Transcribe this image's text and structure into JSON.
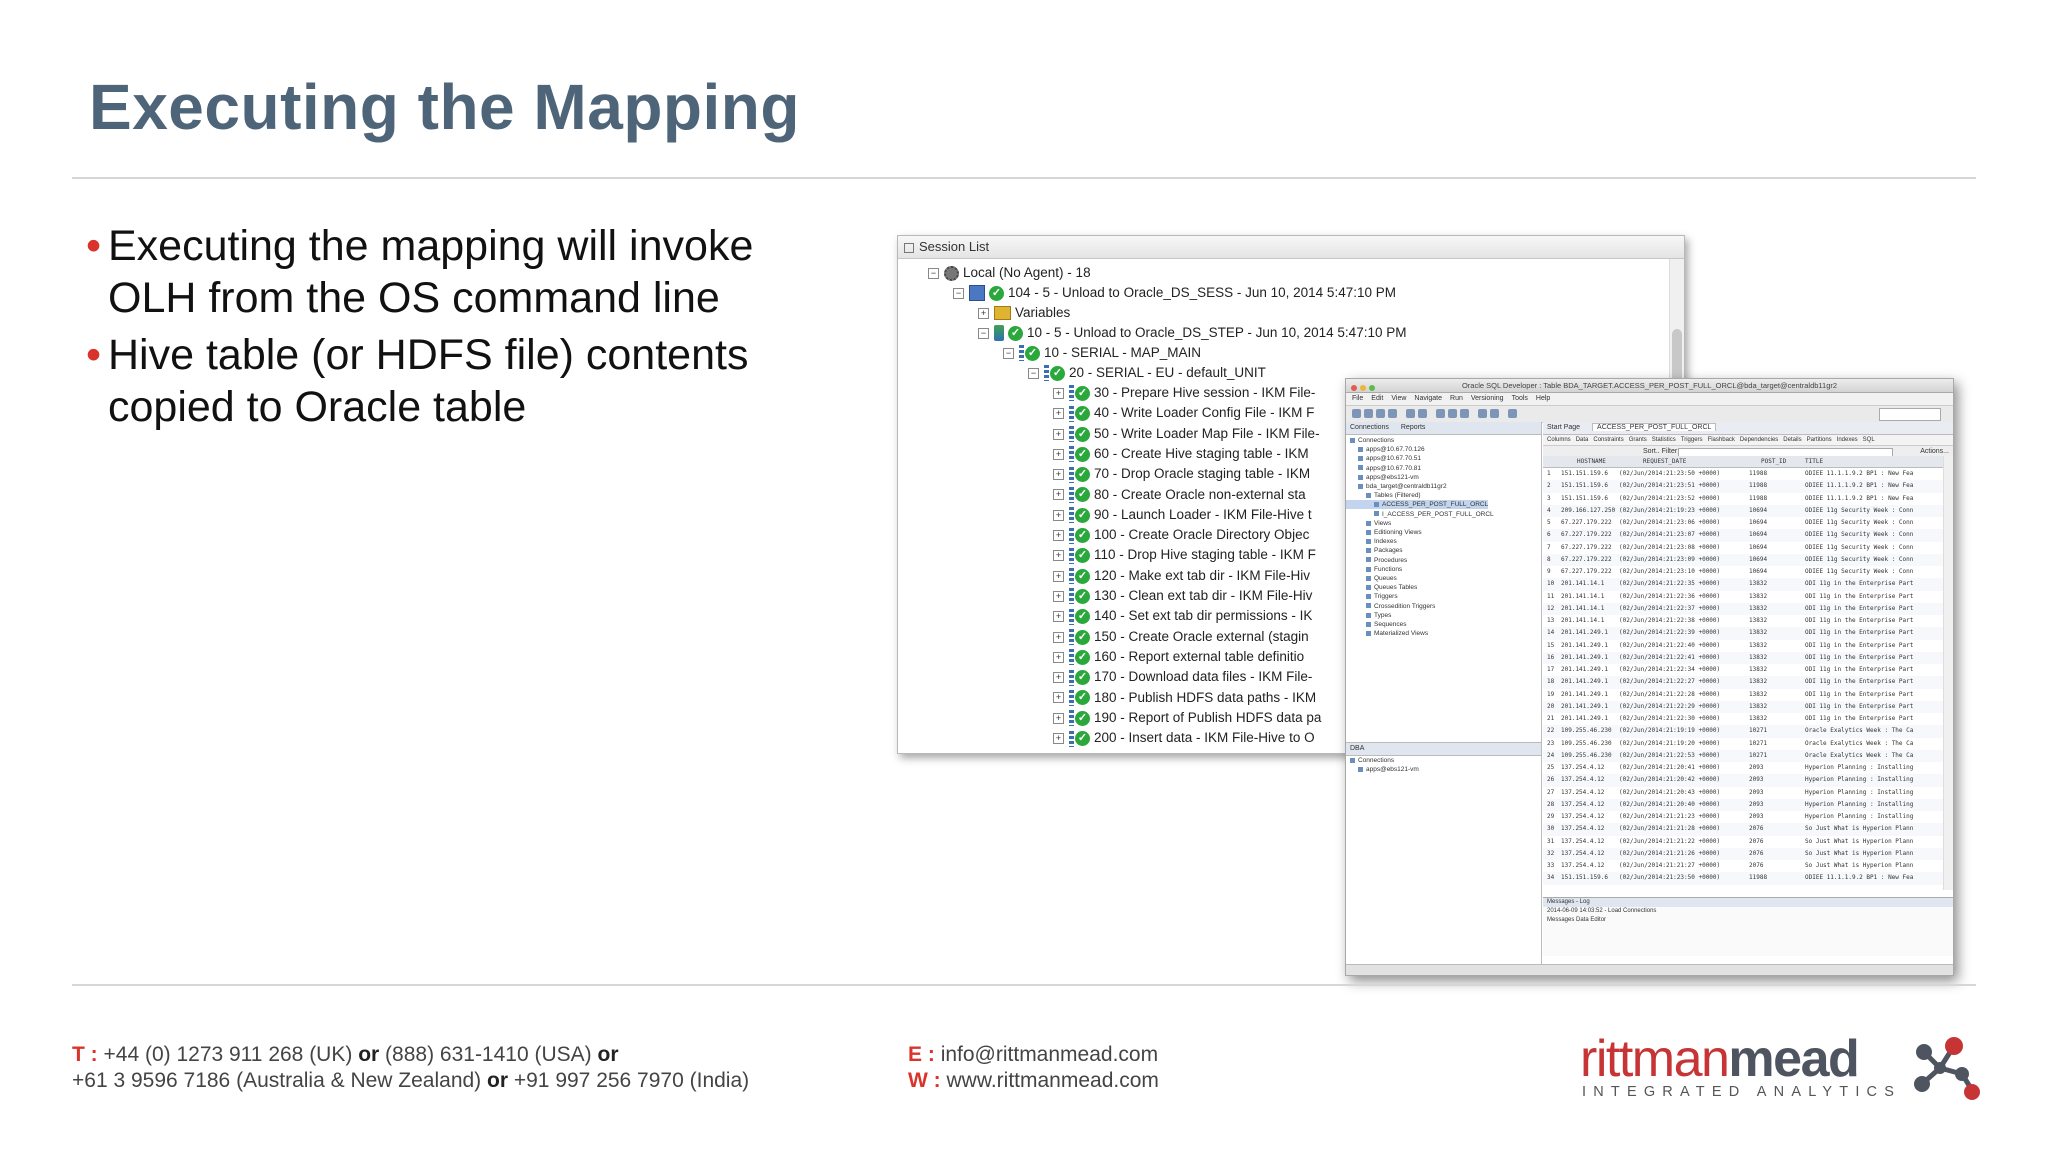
{
  "slide": {
    "title": "Executing the Mapping",
    "bullets": [
      "Executing the mapping will invoke OLH from the OS command line",
      "Hive table (or HDFS file) contents copied to Oracle table"
    ]
  },
  "odi_window": {
    "panel_title": "Session List",
    "agent": "Local (No Agent) - 18",
    "session": "104 - 5 - Unload to Oracle_DS_SESS - Jun 10, 2014 5:47:10 PM",
    "variables": "Variables",
    "step": "10 - 5 - Unload to Oracle_DS_STEP - Jun 10, 2014 5:47:10 PM",
    "serial_map_main": "10 - SERIAL - MAP_MAIN",
    "serial_eu": "20 - SERIAL - EU - default_UNIT",
    "tasks": [
      "30 - Prepare Hive session - IKM File-",
      "40 - Write Loader Config File - IKM F",
      "50 - Write Loader Map File - IKM File-",
      "60 - Create Hive staging table - IKM",
      "70 - Drop Oracle staging table - IKM",
      "80 - Create Oracle non-external sta",
      "90 - Launch Loader - IKM File-Hive t",
      "100 - Create Oracle Directory Objec",
      "110 - Drop Hive staging table - IKM F",
      "120 - Make ext tab dir - IKM File-Hiv",
      "130 - Clean ext tab dir - IKM File-Hiv",
      "140 - Set ext tab dir permissions - IK",
      "150 - Create Oracle external (stagin",
      "160 - Report external table definitio",
      "170 - Download data files - IKM File-",
      "180 - Publish HDFS data paths - IKM",
      "190 - Report of Publish HDFS data pa",
      "200 - Insert data - IKM File-Hive to O"
    ]
  },
  "sqldev_window": {
    "title": "Oracle SQL Developer : Table BDA_TARGET.ACCESS_PER_POST_FULL_ORCL@bda_target@centraldb11gr2",
    "menu": [
      "File",
      "Edit",
      "View",
      "Navigate",
      "Run",
      "Versioning",
      "Tools",
      "Help"
    ],
    "left_tabs": [
      "Connections",
      "Reports"
    ],
    "connections": [
      "Connections",
      "apps@10.67.70.126",
      "apps@10.67.70.51",
      "apps@10.67.70.81",
      "apps@ebs121-vm",
      "bda_target@centraldb11gr2",
      "Tables (Filtered)",
      "ACCESS_PER_POST_FULL_ORCL",
      "I_ACCESS_PER_POST_FULL_ORCL",
      "Views",
      "Editioning Views",
      "Indexes",
      "Packages",
      "Procedures",
      "Functions",
      "Queues",
      "Queues Tables",
      "Triggers",
      "Crossedition Triggers",
      "Types",
      "Sequences",
      "Materialized Views"
    ],
    "dba_label": "DBA",
    "dba_items": [
      "Connections",
      "apps@ebs121-vm"
    ],
    "right_tabs": [
      "Start Page",
      "ACCESS_PER_POST_FULL_ORCL"
    ],
    "sub_tabs": [
      "Columns",
      "Data",
      "Constraints",
      "Grants",
      "Statistics",
      "Triggers",
      "Flashback",
      "Dependencies",
      "Details",
      "Partitions",
      "Indexes",
      "SQL"
    ],
    "filter_label": "Sort.. Filter:",
    "actions_label": "Actions...",
    "columns": [
      "HOSTNAME",
      "REQUEST_DATE",
      "POST_ID",
      "TITLE"
    ],
    "rows": [
      [
        "1",
        "151.151.159.6",
        "(02/Jun/2014:21:23:50 +0000)",
        "11988",
        "ODIEE 11.1.1.9.2 BP1 : New Fea"
      ],
      [
        "2",
        "151.151.159.6",
        "(02/Jun/2014:21:23:51 +0000)",
        "11988",
        "ODIEE 11.1.1.9.2 BP1 : New Fea"
      ],
      [
        "3",
        "151.151.159.6",
        "(02/Jun/2014:21:23:52 +0000)",
        "11988",
        "ODIEE 11.1.1.9.2 BP1 : New Fea"
      ],
      [
        "4",
        "209.166.127.250",
        "(02/Jun/2014:21:19:23 +0000)",
        "10694",
        "ODIEE 11g Security Week : Conn"
      ],
      [
        "5",
        "67.227.179.222",
        "(02/Jun/2014:21:23:06 +0000)",
        "10694",
        "ODIEE 11g Security Week : Conn"
      ],
      [
        "6",
        "67.227.179.222",
        "(02/Jun/2014:21:23:07 +0000)",
        "10694",
        "ODIEE 11g Security Week : Conn"
      ],
      [
        "7",
        "67.227.179.222",
        "(02/Jun/2014:21:23:08 +0000)",
        "10694",
        "ODIEE 11g Security Week : Conn"
      ],
      [
        "8",
        "67.227.179.222",
        "(02/Jun/2014:21:23:09 +0000)",
        "10694",
        "ODIEE 11g Security Week : Conn"
      ],
      [
        "9",
        "67.227.179.222",
        "(02/Jun/2014:21:23:10 +0000)",
        "10694",
        "ODIEE 11g Security Week : Conn"
      ],
      [
        "10",
        "201.141.14.1",
        "(02/Jun/2014:21:22:35 +0000)",
        "13832",
        "ODI 11g in the Enterprise Part"
      ],
      [
        "11",
        "201.141.14.1",
        "(02/Jun/2014:21:22:36 +0000)",
        "13832",
        "ODI 11g in the Enterprise Part"
      ],
      [
        "12",
        "201.141.14.1",
        "(02/Jun/2014:21:22:37 +0000)",
        "13832",
        "ODI 11g in the Enterprise Part"
      ],
      [
        "13",
        "201.141.14.1",
        "(02/Jun/2014:21:22:38 +0000)",
        "13832",
        "ODI 11g in the Enterprise Part"
      ],
      [
        "14",
        "201.141.249.1",
        "(02/Jun/2014:21:22:39 +0000)",
        "13832",
        "ODI 11g in the Enterprise Part"
      ],
      [
        "15",
        "201.141.249.1",
        "(02/Jun/2014:21:22:40 +0000)",
        "13832",
        "ODI 11g in the Enterprise Part"
      ],
      [
        "16",
        "201.141.249.1",
        "(02/Jun/2014:21:22:41 +0000)",
        "13832",
        "ODI 11g in the Enterprise Part"
      ],
      [
        "17",
        "201.141.249.1",
        "(02/Jun/2014:21:22:34 +0000)",
        "13832",
        "ODI 11g in the Enterprise Part"
      ],
      [
        "18",
        "201.141.249.1",
        "(02/Jun/2014:21:22:27 +0000)",
        "13832",
        "ODI 11g in the Enterprise Part"
      ],
      [
        "19",
        "201.141.249.1",
        "(02/Jun/2014:21:22:28 +0000)",
        "13832",
        "ODI 11g in the Enterprise Part"
      ],
      [
        "20",
        "201.141.249.1",
        "(02/Jun/2014:21:22:29 +0000)",
        "13832",
        "ODI 11g in the Enterprise Part"
      ],
      [
        "21",
        "201.141.249.1",
        "(02/Jun/2014:21:22:30 +0000)",
        "13832",
        "ODI 11g in the Enterprise Part"
      ],
      [
        "22",
        "109.255.46.230",
        "(02/Jun/2014:21:19:19 +0000)",
        "10271",
        "Oracle Exalytics Week : The Ca"
      ],
      [
        "23",
        "109.255.46.230",
        "(02/Jun/2014:21:19:20 +0000)",
        "10271",
        "Oracle Exalytics Week : The Ca"
      ],
      [
        "24",
        "109.255.46.230",
        "(02/Jun/2014:21:22:53 +0000)",
        "10271",
        "Oracle Exalytics Week : The Ca"
      ],
      [
        "25",
        "137.254.4.12",
        "(02/Jun/2014:21:20:41 +0000)",
        "2093",
        "Hyperion Planning : Installing"
      ],
      [
        "26",
        "137.254.4.12",
        "(02/Jun/2014:21:20:42 +0000)",
        "2093",
        "Hyperion Planning : Installing"
      ],
      [
        "27",
        "137.254.4.12",
        "(02/Jun/2014:21:20:43 +0000)",
        "2093",
        "Hyperion Planning : Installing"
      ],
      [
        "28",
        "137.254.4.12",
        "(02/Jun/2014:21:20:40 +0000)",
        "2093",
        "Hyperion Planning : Installing"
      ],
      [
        "29",
        "137.254.4.12",
        "(02/Jun/2014:21:21:23 +0000)",
        "2093",
        "Hyperion Planning : Installing"
      ],
      [
        "30",
        "137.254.4.12",
        "(02/Jun/2014:21:21:28 +0000)",
        "2076",
        "So Just What is Hyperion Plann"
      ],
      [
        "31",
        "137.254.4.12",
        "(02/Jun/2014:21:21:22 +0000)",
        "2076",
        "So Just What is Hyperion Plann"
      ],
      [
        "32",
        "137.254.4.12",
        "(02/Jun/2014:21:21:26 +0000)",
        "2076",
        "So Just What is Hyperion Plann"
      ],
      [
        "33",
        "137.254.4.12",
        "(02/Jun/2014:21:21:27 +0000)",
        "2076",
        "So Just What is Hyperion Plann"
      ],
      [
        "34",
        "151.151.159.6",
        "(02/Jun/2014:21:23:50 +0000)",
        "11988",
        "ODIEE 11.1.1.9.2 BP1 : New Fea"
      ]
    ],
    "messages_title": "Messages - Log",
    "messages_line": "2014-06-09 14:03:52 - Load Connections",
    "messages_tabs": "Messages    Data Editor"
  },
  "footer": {
    "t_label": "T :",
    "phone_uk": "+44 (0) 1273 911 268 (UK)",
    "or": "or",
    "phone_usa": "(888) 631-1410 (USA)",
    "phone_au": "+61 3 9596 7186 (Australia & New Zealand)",
    "phone_in": "+91 997 256 7970 (India)",
    "e_label": "E :",
    "email": "info@rittmanmead.com",
    "w_label": "W :",
    "website": "www.rittmanmead.com",
    "logo_part1": "rittman",
    "logo_part2": "mead",
    "logo_tagline": "INTEGRATED ANALYTICS"
  },
  "colors": {
    "title": "#4e6478",
    "bullet": "#d9342b",
    "ok": "#2aa83b",
    "logo_red": "#c73436",
    "logo_grey": "#4f5560"
  }
}
